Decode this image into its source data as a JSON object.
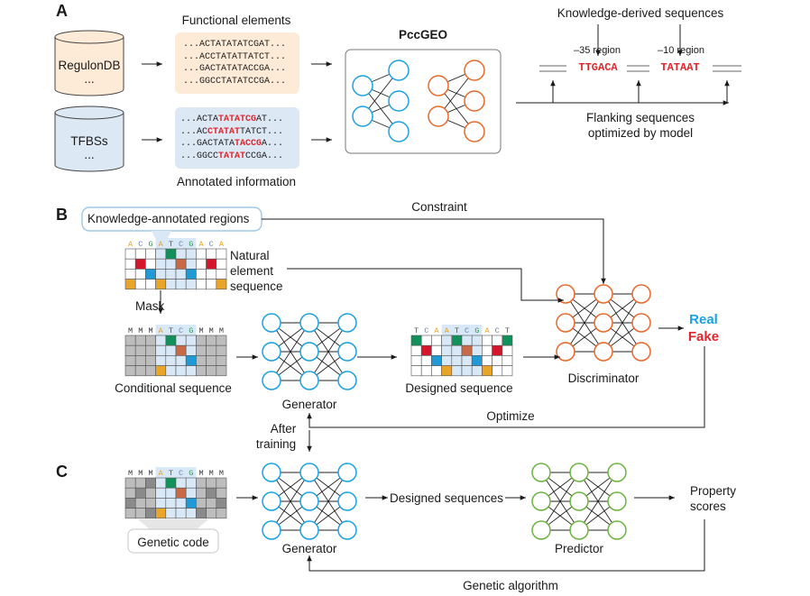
{
  "panels": {
    "a": "A",
    "b": "B",
    "c": "C"
  },
  "panel_a": {
    "databases": [
      {
        "name": "RegulonDB",
        "sub": "..."
      },
      {
        "name": "TFBSs",
        "sub": "..."
      }
    ],
    "functional_title": "Functional elements",
    "functional_lines": [
      "...ACTATATATCGAT...",
      "...ACCTATATTATCT...",
      "...GACTATATACCGA...",
      "...GGCCTATATCCGA..."
    ],
    "annotated_title": "Annotated information",
    "annotated_lines": [
      {
        "pre": "...ACTA",
        "hl": "TATATCG",
        "post": "AT..."
      },
      {
        "pre": "...AC",
        "hl": "CTATAT",
        "post": "TATCT..."
      },
      {
        "pre": "...GACTATA",
        "hl": "TACCG",
        "post": "A..."
      },
      {
        "pre": "...GGCC",
        "hl": "TATAT",
        "post": "CCGA..."
      }
    ],
    "model_title": "PccGEO",
    "knowledge_title": "Knowledge-derived sequences",
    "region35_label": "–35 region",
    "region10_label": "–10 region",
    "region35_seq": "TTGACA",
    "region10_seq": "TATAAT",
    "flanking_line1": "Flanking sequences",
    "flanking_line2": "optimized by model"
  },
  "panel_b": {
    "knowledge_regions": "Knowledge-annotated regions",
    "constraint": "Constraint",
    "natural_line1": "Natural",
    "natural_line2": "element",
    "natural_line3": "sequence",
    "mask": "Mask",
    "conditional": "Conditional sequence",
    "generator": "Generator",
    "designed": "Designed sequence",
    "discriminator": "Discriminator",
    "real": "Real",
    "fake": "Fake",
    "optimize": "Optimize",
    "after_line1": "After",
    "after_line2": "training",
    "natural_header": [
      "A",
      "C",
      "G",
      "A",
      "T",
      "C",
      "G",
      "A",
      "C",
      "A"
    ],
    "conditional_header": [
      "M",
      "M",
      "M",
      "A",
      "T",
      "C",
      "G",
      "M",
      "M",
      "M"
    ],
    "designed_header": [
      "T",
      "C",
      "A",
      "A",
      "T",
      "C",
      "G",
      "A",
      "C",
      "T"
    ]
  },
  "panel_c": {
    "header": [
      "M",
      "M",
      "M",
      "A",
      "T",
      "C",
      "G",
      "M",
      "M",
      "M"
    ],
    "genetic_code": "Genetic code",
    "generator": "Generator",
    "designed_sequences": "Designed sequences",
    "predictor": "Predictor",
    "property_line1": "Property",
    "property_line2": "scores",
    "genetic_algorithm": "Genetic algorithm"
  },
  "colors": {
    "generator": "#1ba1e2",
    "discriminator": "#e8682a",
    "predictor": "#6db33f",
    "highlight_red": "#e0262c",
    "nuc_A": "#e9a21f",
    "nuc_C": "#6b7fb3",
    "nuc_G": "#2d9b56",
    "nuc_T": "#555555",
    "cell_green": "#13915a",
    "cell_red": "#d3162c",
    "cell_blue": "#1f9ad6",
    "cell_orange": "#e8a52a",
    "cell_brown": "#c86a45",
    "mask_gray": "#bdbdbd",
    "region_shade": "#d8e8f6",
    "db1_fill": "#fdebd7",
    "db2_fill": "#dde8f5",
    "func_box": "#fdebd7",
    "annot_box": "#dde8f5"
  }
}
